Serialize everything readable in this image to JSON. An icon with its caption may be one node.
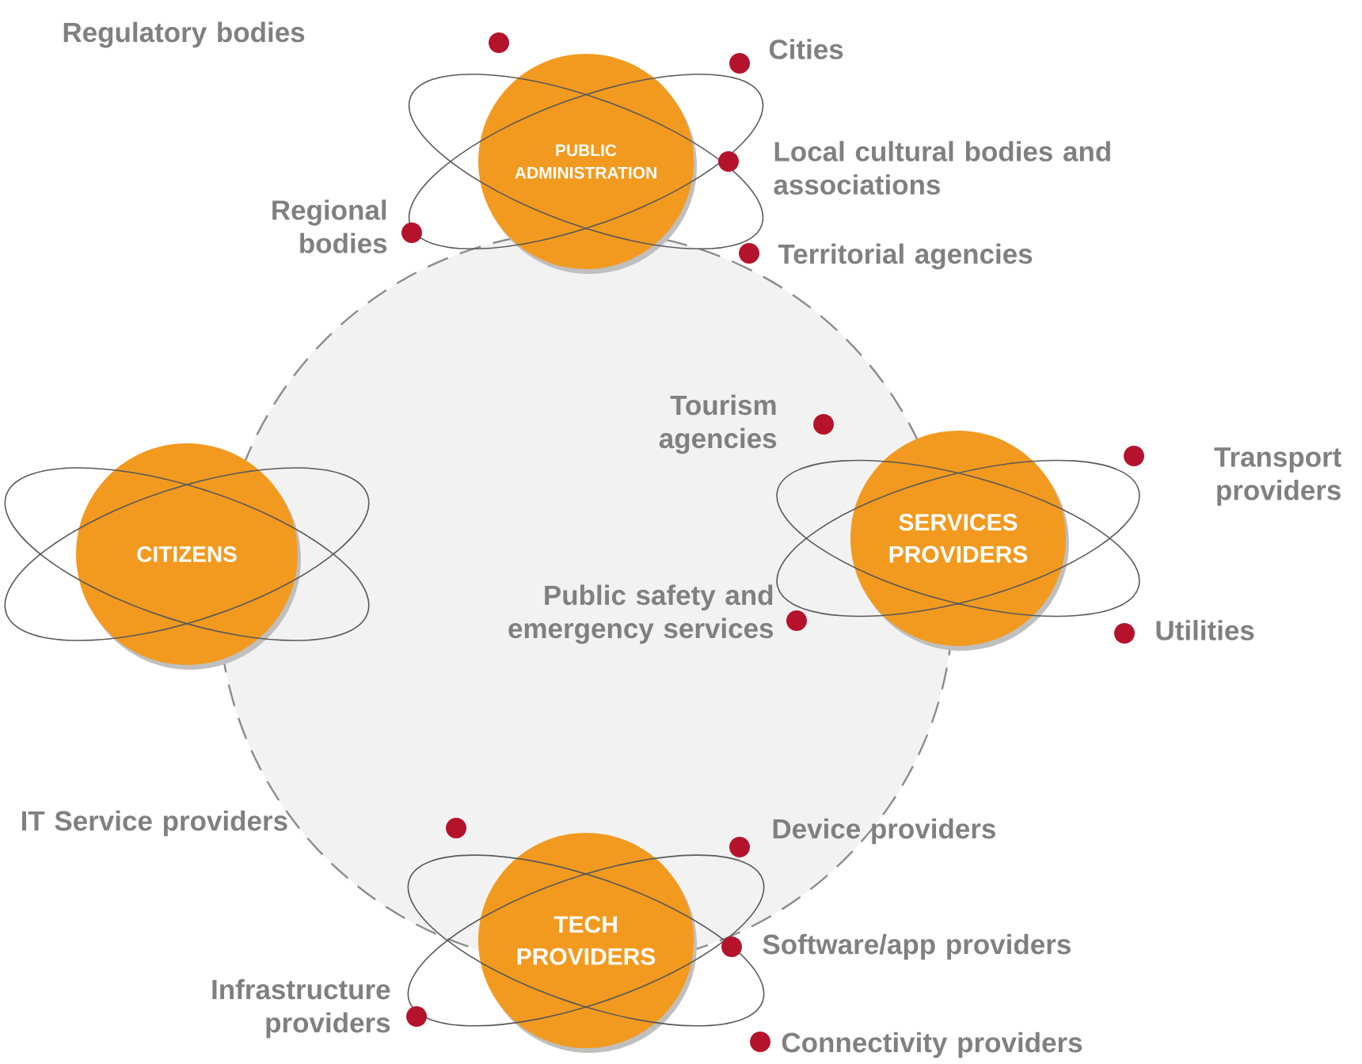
{
  "diagram": {
    "nodes": [
      {
        "text": [
          "PUBLIC ADMINISTRATION"
        ]
      },
      {
        "text": [
          "CITIZENS"
        ]
      },
      {
        "text": [
          "SERVICES PROVIDERS"
        ]
      },
      {
        "text": [
          "TECH PROVIDERS"
        ]
      }
    ],
    "labels": [
      "Regulatory bodies",
      "Cities",
      "Local cultural bodies and associations",
      "Regional bodies",
      "Territorial agencies",
      "Tourism agencies",
      "Transport providers",
      "Public safety and emergency services",
      "Utilities",
      "IT Service providers",
      "Device providers",
      "Software/app providers",
      "Infrastructure providers",
      "Connectivity providers"
    ]
  }
}
